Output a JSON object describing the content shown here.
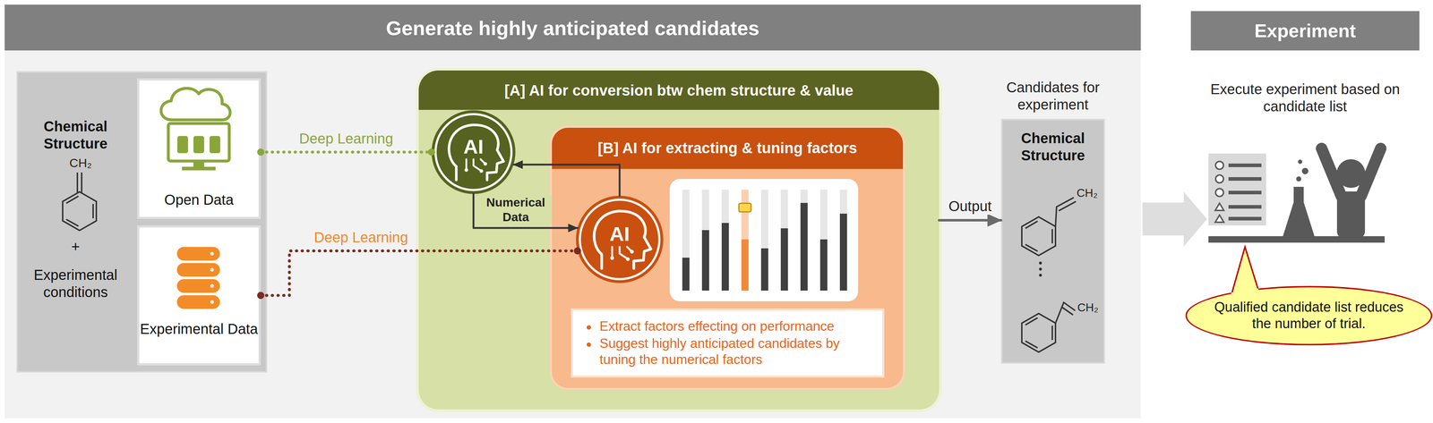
{
  "diagram": {
    "nodes": [
      {
        "text": [
          "Generate highly anticipated candidates"
        ]
      },
      {
        "text": [
          "Chemical Structure",
          "+",
          "Experimental conditions"
        ],
        "in": 0
      },
      {
        "text": [
          "Open Data"
        ],
        "in": 1
      },
      {
        "text": [
          "Experimental Data"
        ],
        "in": 1
      },
      {
        "text": [
          "[A] AI for conversion btw chem structure & value"
        ],
        "in": 0
      },
      {
        "text": [
          "AI"
        ],
        "in": 4
      },
      {
        "text": [
          "[B] AI for extracting & tuning factors"
        ],
        "in": 4
      },
      {
        "text": [
          "AI"
        ],
        "in": 6
      },
      {
        "text": [
          "Extract factors effecting on performance",
          "Suggest highly anticipated candidates by tuning the numerical factors"
        ],
        "in": 6
      },
      {
        "text": [
          "Candidates for experiment",
          "Chemical Structure"
        ],
        "in": 0
      },
      {
        "text": [
          "Experiment"
        ]
      },
      {
        "text": [
          "Qualified candidate list reduces the number of trial."
        ]
      }
    ],
    "edges": [
      {
        "from": 2,
        "to": 5,
        "label": "Deep Learning",
        "arrow": "none"
      },
      {
        "from": 3,
        "to": 7,
        "label": "Deep Learning",
        "arrow": "none"
      },
      {
        "from": 5,
        "to": 7,
        "label": "Numerical Data",
        "arrow": "to"
      },
      {
        "from": 7,
        "to": 5,
        "arrow": "to"
      },
      {
        "from": 4,
        "to": 9,
        "label": "Output",
        "arrow": "to"
      }
    ],
    "labels": [
      "CH₂",
      "CH₂",
      "CH₂",
      "Execute experiment based on candidate list"
    ]
  }
}
